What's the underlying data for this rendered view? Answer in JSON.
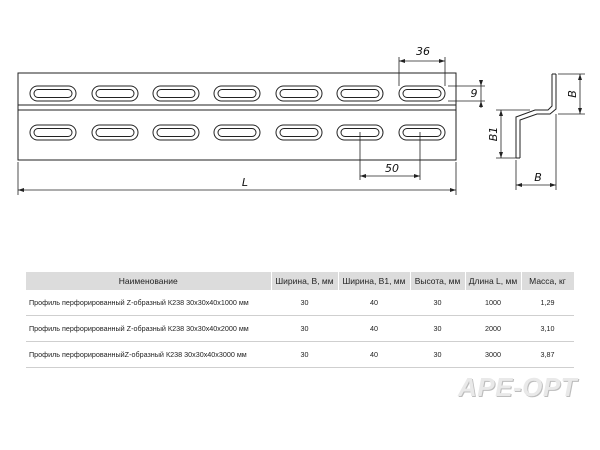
{
  "drawing": {
    "dimensions": {
      "slot_pitch": "36",
      "slot_height": "9",
      "offset": "50",
      "length": "L",
      "height_b1": "B1",
      "width_b_top": "B",
      "width_b_bottom": "B"
    }
  },
  "table": {
    "headers": [
      "Наименование",
      "Ширина, В, мм",
      "Ширина, В1, мм",
      "Высота, мм",
      "Длина L, мм",
      "Масса, кг"
    ],
    "rows": [
      [
        "Профиль перфорированный Z-образный К238 30х30х40х1000 мм",
        "30",
        "40",
        "30",
        "1000",
        "1,29"
      ],
      [
        "Профиль перфорированный Z-образный К238 30х30х40х2000 мм",
        "30",
        "40",
        "30",
        "2000",
        "3,10"
      ],
      [
        "Профиль перфорированныйZ-образный К238 30х30х40х3000 мм",
        "30",
        "40",
        "30",
        "3000",
        "3,87"
      ]
    ]
  },
  "brand": {
    "logo_text": "APE-OPT"
  }
}
